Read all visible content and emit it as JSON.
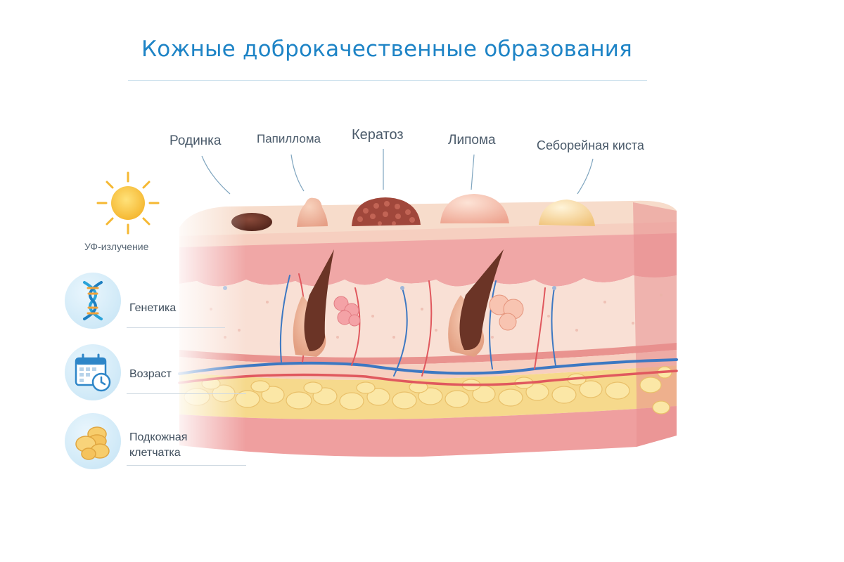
{
  "title": "Кожные доброкачественные образования",
  "formations": [
    {
      "label": "Родинка"
    },
    {
      "label": "Папиллома"
    },
    {
      "label": "Кератоз"
    },
    {
      "label": "Липома"
    },
    {
      "label": "Себорейная киста"
    }
  ],
  "factors": {
    "uv": "УФ-излучение",
    "genetics": "Генетика",
    "age": "Возраст",
    "fat_line1": "Подкожная",
    "fat_line2": "клетчатка"
  },
  "colors": {
    "title": "#1e84c6",
    "skin_top": "#f7d9c8",
    "epidermis": "#f2a8a8",
    "dermis": "#f8dcd0",
    "fat": "#f6d98c",
    "muscle": "#f0a4a4",
    "vein": "#3d78c2",
    "artery": "#e0585e"
  },
  "icons": [
    "sun-icon",
    "dna-icon",
    "calendar-clock-icon",
    "fat-cells-icon"
  ]
}
